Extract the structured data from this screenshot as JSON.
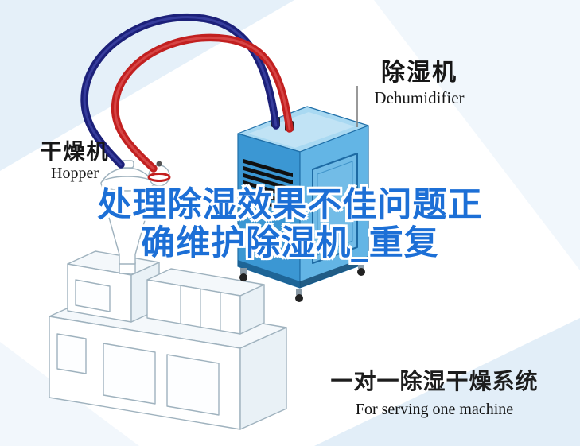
{
  "header_labels": {
    "dehumidifier": {
      "zh": "除湿机",
      "en": "Dehumidifier"
    },
    "hopper": {
      "zh": "干燥机",
      "en": "Hopper"
    }
  },
  "title": {
    "line1": "处理除湿效果不佳问题正",
    "line2": "确维护除湿机_重复"
  },
  "caption": {
    "zh": "一对一除湿干燥系统",
    "en": "For serving one machine"
  },
  "colors": {
    "title-blue": "#1c6fd6",
    "pipe-red": "#c22020",
    "pipe-navy": "#1c2079",
    "dehu-front": "#3b97d3",
    "dehu-side": "#63b5e5",
    "dehu-top": "#a9d9f2",
    "dehu-outline": "#1f6fa8",
    "machine-line": "#9fb2be",
    "bg-tint": "#cfe3f4",
    "ink": "#161616"
  }
}
